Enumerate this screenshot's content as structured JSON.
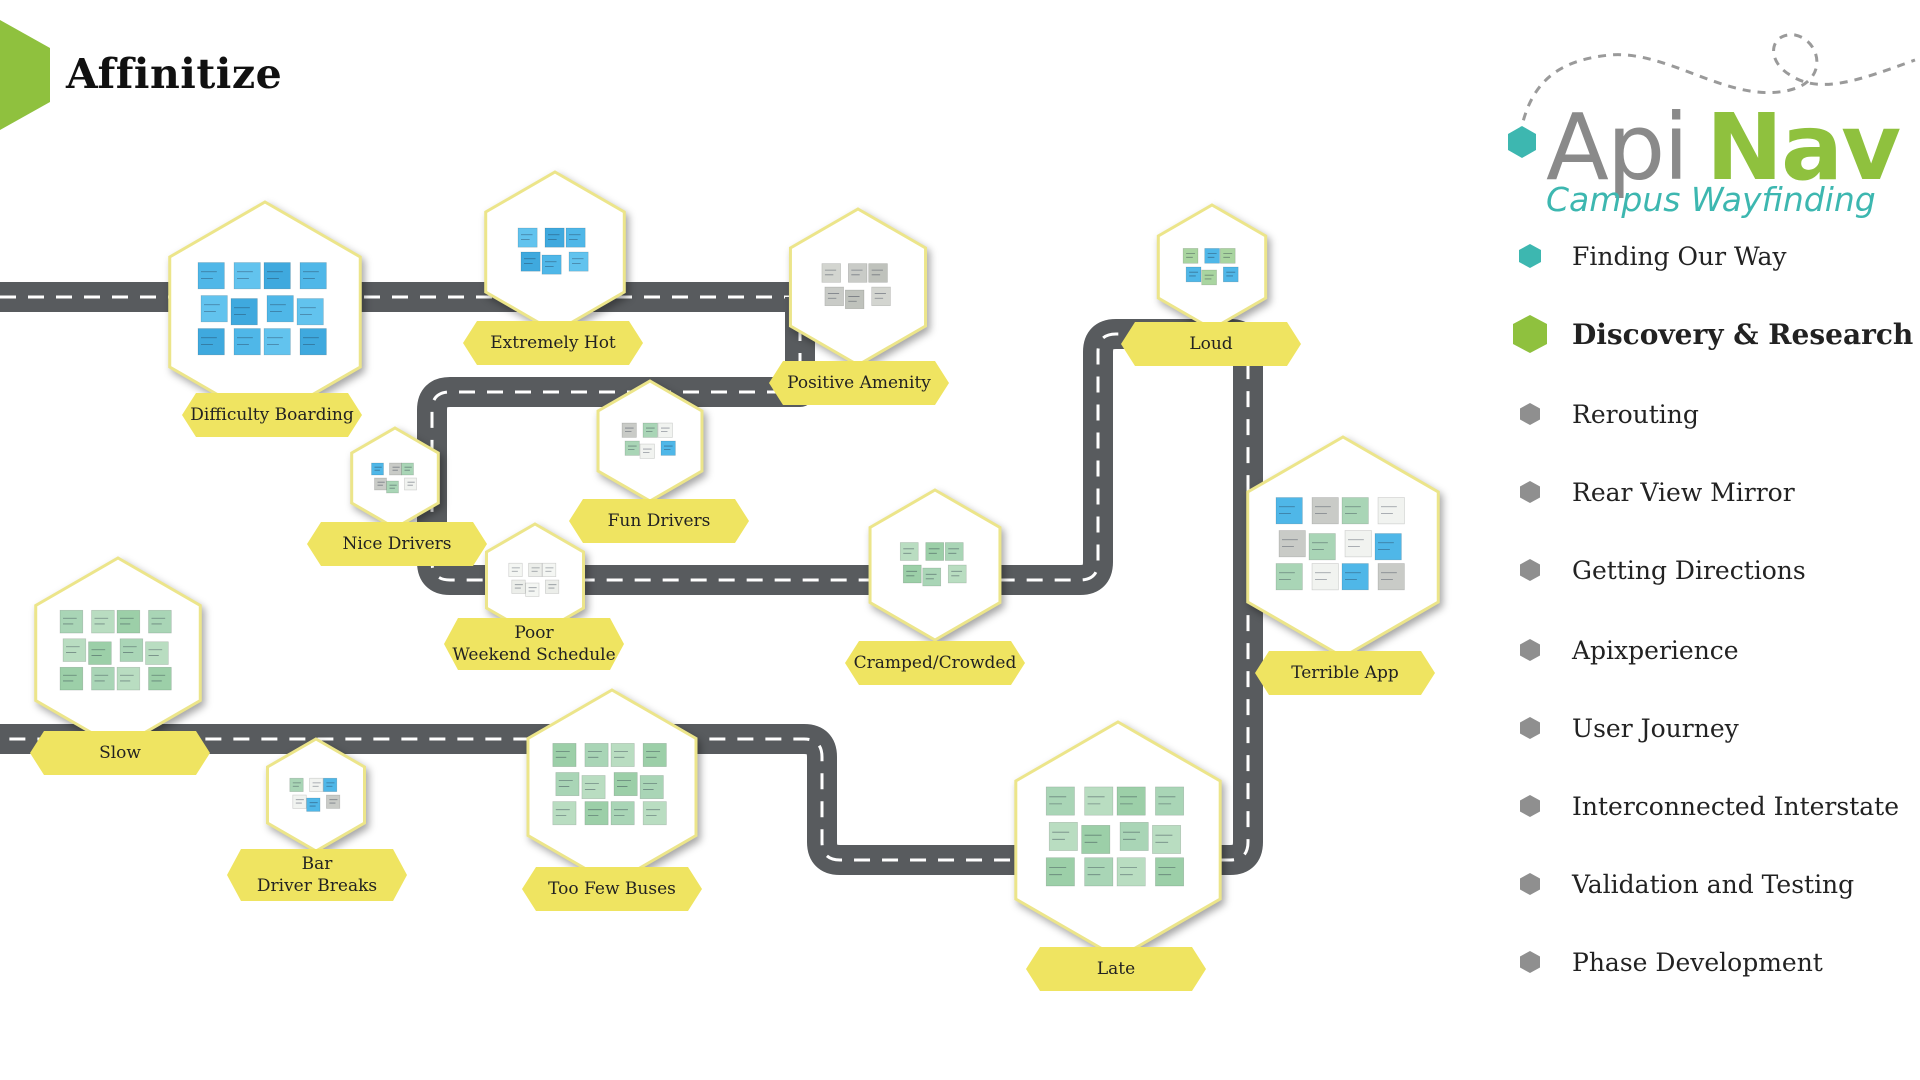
{
  "slide": {
    "title": "Affinitize",
    "colors": {
      "accent_green": "#8fc13e",
      "teal": "#3db7b0",
      "gray_bullet": "#8f8f8f",
      "road": "#585b5e",
      "label_yellow": "#efe461"
    }
  },
  "brand": {
    "name_part1": "Api",
    "name_part2": "Nav",
    "subtitle": "Campus Wayfinding"
  },
  "nav": {
    "items": [
      {
        "label": "Finding Our Way",
        "bullet": "teal-hexagon-icon",
        "active": false
      },
      {
        "label": "Discovery & Research",
        "bullet": "green-hexagon-icon",
        "active": true
      },
      {
        "label": "Rerouting",
        "bullet": "gray-hexagon-icon",
        "active": false
      },
      {
        "label": "Rear View Mirror",
        "bullet": "gray-hexagon-icon",
        "active": false
      },
      {
        "label": "Getting Directions",
        "bullet": "gray-hexagon-icon",
        "active": false
      },
      {
        "label": "Apixperience",
        "bullet": "gray-hexagon-icon",
        "active": false
      },
      {
        "label": "User Journey",
        "bullet": "gray-hexagon-icon",
        "active": false
      },
      {
        "label": "Interconnected Interstate",
        "bullet": "gray-hexagon-icon",
        "active": false
      },
      {
        "label": "Validation and Testing",
        "bullet": "gray-hexagon-icon",
        "active": false
      },
      {
        "label": "Phase Development",
        "bullet": "gray-hexagon-icon",
        "active": false
      }
    ]
  },
  "clusters": [
    {
      "id": "difficulty-boarding",
      "label": "Difficulty Boarding",
      "notes": "blue"
    },
    {
      "id": "extremely-hot",
      "label": "Extremely Hot",
      "notes": "blue"
    },
    {
      "id": "positive-amenity",
      "label": "Positive Amenity",
      "notes": "gray"
    },
    {
      "id": "loud",
      "label": "Loud",
      "notes": "blue-green"
    },
    {
      "id": "nice-drivers",
      "label": "Nice Drivers",
      "notes": "mixed"
    },
    {
      "id": "fun-drivers",
      "label": "Fun Drivers",
      "notes": "mixed"
    },
    {
      "id": "poor-weekend-schedule",
      "label": "Poor\nWeekend Schedule",
      "notes": "white"
    },
    {
      "id": "cramped-crowded",
      "label": "Cramped/Crowded",
      "notes": "green"
    },
    {
      "id": "terrible-app",
      "label": "Terrible App",
      "notes": "mixed"
    },
    {
      "id": "slow",
      "label": "Slow",
      "notes": "green"
    },
    {
      "id": "bar-driver-breaks",
      "label": "Bar\nDriver Breaks",
      "notes": "mixed"
    },
    {
      "id": "too-few-buses",
      "label": "Too Few Buses",
      "notes": "green"
    },
    {
      "id": "late",
      "label": "Late",
      "notes": "green"
    }
  ]
}
